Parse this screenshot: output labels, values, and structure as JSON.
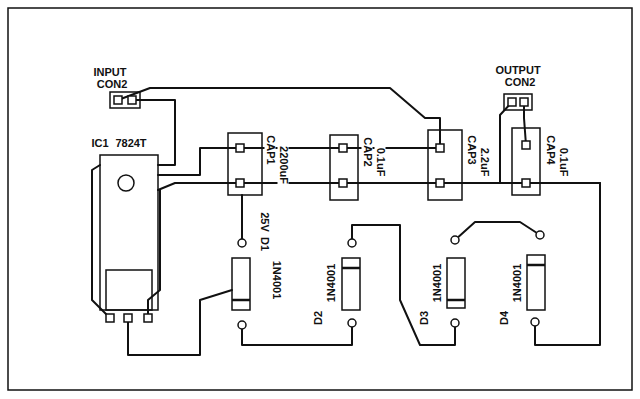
{
  "diagram": {
    "labels": [
      "INPUT",
      "CON2",
      "IC1",
      "7824T",
      "OUTPUT",
      "CON2",
      "CAP1",
      "2200uF",
      "25V",
      "D1",
      "1N4001",
      "CAP2",
      "0.1uF",
      "CAP3",
      "2.2uF",
      "CAP4",
      "0.1uF",
      "D2",
      "1N4001",
      "D3",
      "1N4001",
      "D4",
      "1N4001"
    ]
  }
}
